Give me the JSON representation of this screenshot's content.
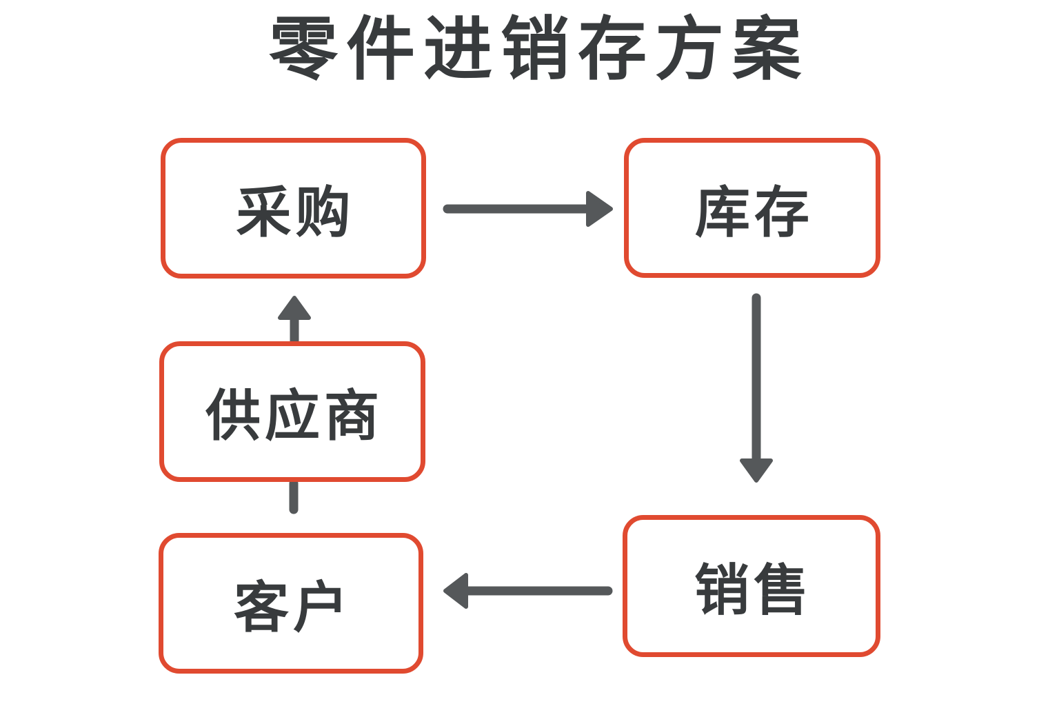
{
  "title": "零件进销存方案",
  "colors": {
    "background": "#FFFFFF",
    "box_border": "#E04A30",
    "box_fill": "#FFFFFF",
    "text": "#383B3D",
    "arrow": "#55585A"
  },
  "nodes": [
    {
      "id": "purchase",
      "label": "采购"
    },
    {
      "id": "inventory",
      "label": "库存"
    },
    {
      "id": "supplier",
      "label": "供应商"
    },
    {
      "id": "customer",
      "label": "客户"
    },
    {
      "id": "sales",
      "label": "销售"
    }
  ],
  "edges": [
    {
      "from": "采购",
      "to": "库存",
      "direction": "right",
      "arrowhead": true
    },
    {
      "from": "库存",
      "to": "销售",
      "direction": "down",
      "arrowhead": true
    },
    {
      "from": "销售",
      "to": "客户",
      "direction": "left",
      "arrowhead": true
    },
    {
      "from": "供应商",
      "to": "采购",
      "direction": "up",
      "arrowhead": true
    },
    {
      "from": "客户",
      "to": "供应商",
      "direction": "up",
      "arrowhead": false
    }
  ]
}
